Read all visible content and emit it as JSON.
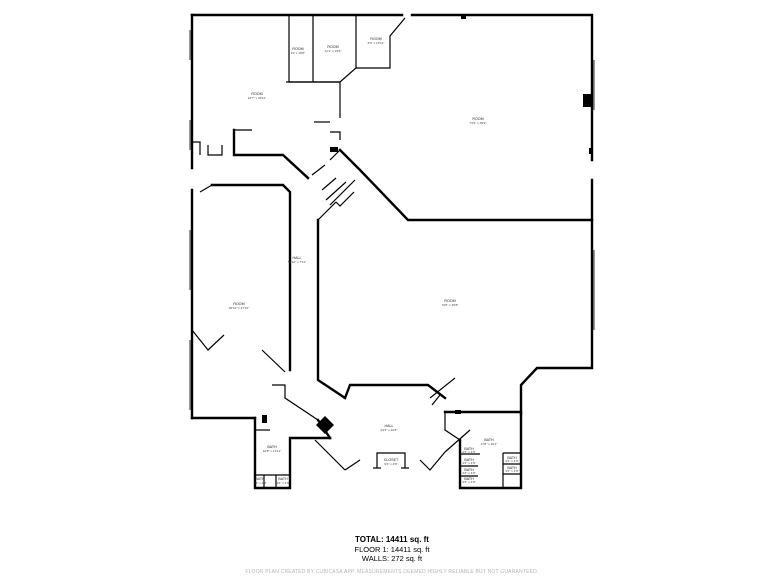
{
  "rooms": [
    {
      "id": "room-nw",
      "name": "ROOM",
      "dims": "22'7\" x 46'11\""
    },
    {
      "id": "room-small-1",
      "name": "ROOM",
      "dims": "10' x 19'8\""
    },
    {
      "id": "room-small-2",
      "name": "ROOM",
      "dims": "12'1\" x 19'6\""
    },
    {
      "id": "room-small-3",
      "name": "ROOM",
      "dims": "8'3\" x 16'11\""
    },
    {
      "id": "room-ne",
      "name": "ROOM",
      "dims": "73'2\" x 39'9\""
    },
    {
      "id": "hall-center",
      "name": "HALL",
      "dims": "56'10\" x 7'11\""
    },
    {
      "id": "room-west",
      "name": "ROOM",
      "dims": "36'10\" x 47'10\""
    },
    {
      "id": "room-se",
      "name": "ROOM",
      "dims": "79'6\" x 45'8\""
    },
    {
      "id": "hall-south",
      "name": "HALL",
      "dims": "24'3\" x 22'8\""
    },
    {
      "id": "bath-sw",
      "name": "BATH",
      "dims": "10'8\" x 13'11\""
    },
    {
      "id": "bath-se",
      "name": "BATH",
      "dims": "17'8\" x 20'1\""
    },
    {
      "id": "closet",
      "name": "CLOSET",
      "dims": "6'4\" x 4'8\""
    },
    {
      "id": "bath-sw-a",
      "name": "BATH",
      "dims": "4'3\" x 4'9\""
    },
    {
      "id": "bath-sw-b",
      "name": "BATH",
      "dims": "4'3\" x 4'9\""
    },
    {
      "id": "bath-se-1",
      "name": "BATH",
      "dims": "4'3\" x 4'9\""
    },
    {
      "id": "bath-se-2",
      "name": "BATH",
      "dims": "4'3\" x 4'9\""
    },
    {
      "id": "bath-se-3",
      "name": "BATH",
      "dims": "4'3\" x 4'9\""
    },
    {
      "id": "bath-se-4",
      "name": "BATH",
      "dims": "4'3\" x 4'9\""
    },
    {
      "id": "bath-se-5",
      "name": "BATH",
      "dims": "4'3\" x 4'9\""
    },
    {
      "id": "bath-se-6",
      "name": "BATH",
      "dims": "4'3\" x 4'9\""
    }
  ],
  "summary": {
    "total": "TOTAL: 14411 sq. ft",
    "floor1": "FLOOR 1: 14411 sq. ft",
    "walls": "WALLS: 272 sq. ft"
  },
  "disclaimer": "FLOOR PLAN CREATED BY CUBICASA APP. MEASUREMENTS DEEMED HIGHLY RELIABLE BUT NOT GUARANTEED."
}
